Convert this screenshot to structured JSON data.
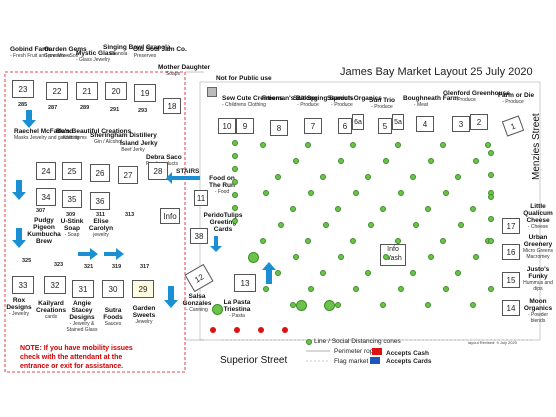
{
  "title": "James Bay Market Layout 25 July 2020",
  "streets": {
    "bottom": "Superior Street",
    "right": "Menzies Street"
  },
  "top_row_left": [
    {
      "id": "gobind",
      "name": "Gobind Farm",
      "sub": "- Fresh Fruit and preserves"
    },
    {
      "id": "gardengems",
      "name": "Garden Gems",
      "sub": "Grow Mix - Soil"
    },
    {
      "id": "mystic",
      "name": "Mystic Glass",
      "sub": "- Glass Jewelry"
    },
    {
      "id": "singing",
      "name": "Singing Bowl Granola",
      "sub": "- Granola"
    },
    {
      "id": "oldsoul",
      "name": "Old Soul Jam Co.",
      "sub": "Preserves"
    },
    {
      "id": "mother",
      "name": "Mother Daughter",
      "sub": "Soaps"
    }
  ],
  "top_row_stalls": [
    "23",
    "22",
    "21",
    "20",
    "19",
    "18"
  ],
  "top_row_numbers": [
    "285",
    "287",
    "289",
    "291",
    "293"
  ],
  "not_public": "Not for Public use",
  "top_row_right": [
    {
      "id": "sewcute",
      "name": "Sew Cute Creations",
      "sub": "- Childrens Clothing"
    },
    {
      "id": "freeman",
      "name": "Freeman's Baking",
      "sub": ""
    },
    {
      "id": "saltspring",
      "name": "Salt Spring Sprouts",
      "sub": "- Produce"
    },
    {
      "id": "saanich",
      "name": "Saanich Organics",
      "sub": "- Produce"
    },
    {
      "id": "suntrio",
      "name": "Sun Trio",
      "sub": "- Produce"
    },
    {
      "id": "boughneath",
      "name": "Boughneath Farm",
      "sub": "- Meat"
    },
    {
      "id": "glenford",
      "name": "Glenford Greenhouse",
      "sub": "- Produce"
    },
    {
      "id": "farmordie",
      "name": "Farm or Die",
      "sub": "- Produce"
    }
  ],
  "top_stalls_right": [
    "10",
    "9",
    "8",
    "7",
    "6",
    "6a",
    "5",
    "5a",
    "4",
    "3",
    "2",
    "1"
  ],
  "middle_left": [
    {
      "id": "raechel",
      "name": "Raechel McFarland",
      "sub": "Masks Jewelry and garden items"
    },
    {
      "id": "bos",
      "name": "Bo's Beautiful Creations",
      "sub": "Knitting"
    },
    {
      "id": "sheringham",
      "name": "Sheringham Distillery",
      "sub": "Gin / Alcohol"
    },
    {
      "id": "island",
      "name": "Island Jerky",
      "sub": "Beef Jerky"
    },
    {
      "id": "debra",
      "name": "Debra Saco",
      "sub": "Food products"
    }
  ],
  "middle_stalls": [
    "24",
    "25",
    "26",
    "27",
    "28"
  ],
  "middle_lower_stalls": [
    "34",
    "35",
    "36"
  ],
  "middle_numbers": [
    "307",
    "309",
    "311",
    "313"
  ],
  "middle_lower": [
    {
      "id": "pudgy",
      "name": "Pudgy Pigeon Kumbucha Brew",
      "sub": ""
    },
    {
      "id": "ustink",
      "name": "U-Stink Soap",
      "sub": "- Soap"
    },
    {
      "id": "elise",
      "name": "Elise Carolyn",
      "sub": "jewelry"
    }
  ],
  "info": "Info",
  "stairs": "STAIRS",
  "foodontherun": {
    "name": "Food on The Run",
    "sub": "- Food"
  },
  "peridot": {
    "name": "PeridoTulips Greeting Cards",
    "sub": ""
  },
  "stall11": "11",
  "stall38": "38",
  "stall12": "12",
  "stall13": "13",
  "salsa": {
    "name": "Salsa Gonzales",
    "sub": "- Canning"
  },
  "lapasta": {
    "name": "La Pasta Triestina",
    "sub": "- Pasta"
  },
  "bottom_stalls": [
    "33",
    "32",
    "31",
    "30",
    "29"
  ],
  "bottom_numbers": [
    "325",
    "323",
    "321",
    "319",
    "317"
  ],
  "bottom_row": [
    {
      "id": "rox",
      "name": "Rox Designs",
      "sub": "- Jewelry"
    },
    {
      "id": "kailyard",
      "name": "Kailyard Creations",
      "sub": "cards"
    },
    {
      "id": "angie",
      "name": "Angie Stacey Designs",
      "sub": "- Jewelry & Stained Glass"
    },
    {
      "id": "sutra",
      "name": "Sutra Foods",
      "sub": "Sauces"
    },
    {
      "id": "garden",
      "name": "Garden Sweets",
      "sub": "Jewelry"
    }
  ],
  "right_column": [
    {
      "stall": "17",
      "name": "Little Qualicum Cheese",
      "sub": "- Cheese"
    },
    {
      "stall": "16",
      "name": "Urban Greenery",
      "sub": "Micro Greens Macromey"
    },
    {
      "stall": "15",
      "name": "Justo's Funky",
      "sub": "Hummus and dips"
    },
    {
      "stall": "14",
      "name": "Moon Organics",
      "sub": "- Powder blends"
    }
  ],
  "info_wash": {
    "line1": "Info",
    "line2": "Wash"
  },
  "note": "NOTE: If you have mobility issues check with the attendant at the entrance or exit for assistance.",
  "note_lines": [
    "NOTE: If you have mobility issues",
    "check with the attendant at the",
    "entrance or exit for assistance."
  ],
  "legend": {
    "cones": "Line / Social Distancing cones",
    "perimeter": "Perimeter rope",
    "flag": "Flag market",
    "cash": "Accepts Cash",
    "cards": "Accepts Cards",
    "revised": "layout Revised: 9 July 2020"
  },
  "colors": {
    "accent": "#1a8fd4",
    "cone": "#6cc24a",
    "border_red": "#dd1111"
  }
}
